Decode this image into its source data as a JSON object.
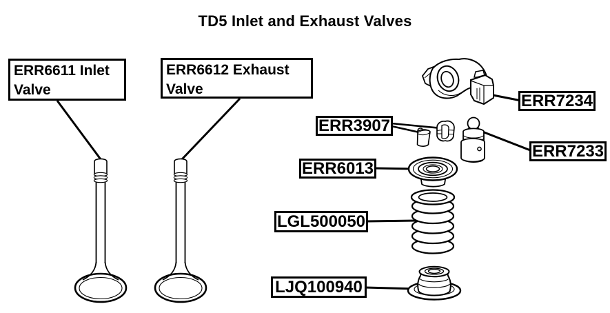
{
  "title": "TD5 Inlet and Exhaust Valves",
  "labels": {
    "inlet_valve": "ERR6611 Inlet Valve",
    "exhaust_valve": "ERR6612 Exhaust Valve",
    "rocker_arm": "ERR7234",
    "collets": "ERR3907",
    "tappet": "ERR7233",
    "spring_cap": "ERR6013",
    "valve_spring": "LGL500050",
    "stem_seal": "LJQ100940"
  },
  "drawings": [
    "inlet-valve",
    "exhaust-valve",
    "rocker-arm",
    "valve-collets",
    "hydraulic-tappet",
    "valve-spring-cap",
    "valve-spring",
    "valve-stem-seal"
  ],
  "colors": {
    "line": "#000000",
    "background": "#ffffff",
    "label_border": "#000000"
  }
}
